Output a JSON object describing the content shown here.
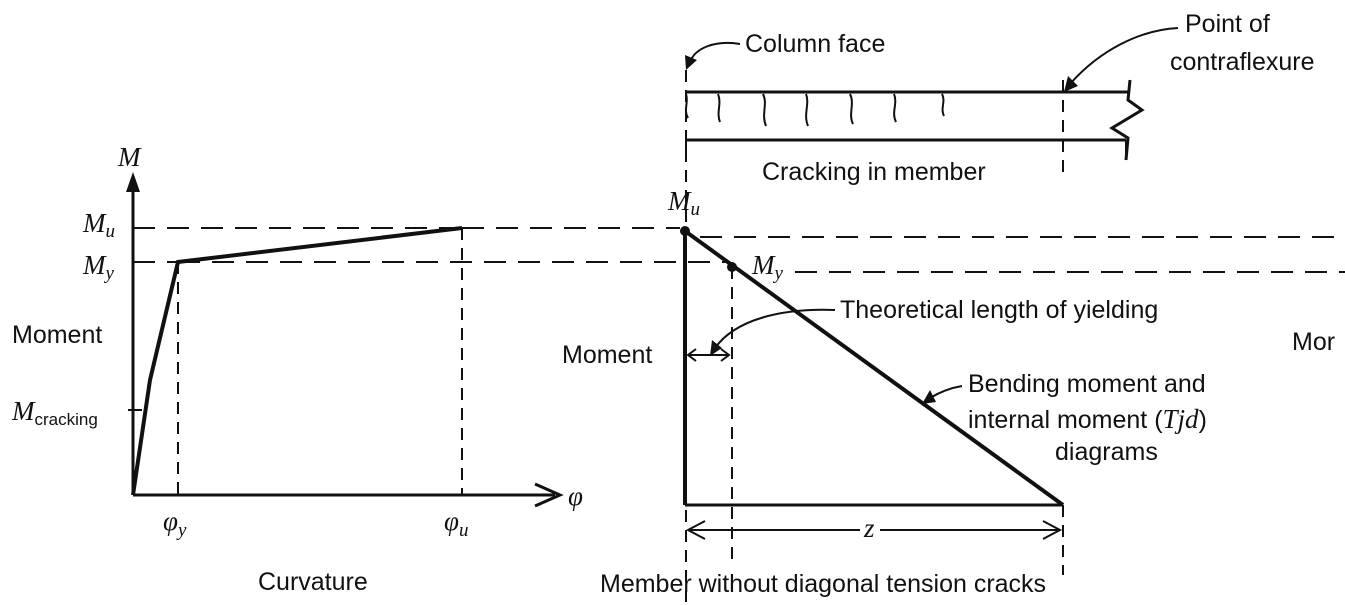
{
  "left_diagram": {
    "y_axis_symbol": "M",
    "m_u_main": "M",
    "m_u_sub": "u",
    "m_y_main": "M",
    "m_y_sub": "y",
    "moment_label": "Moment",
    "m_cracking_main": "M",
    "m_cracking_sub": "cracking",
    "x_axis_symbol": "φ",
    "phi_y_main": "φ",
    "phi_y_sub": "y",
    "phi_u_main": "φ",
    "phi_u_sub": "u",
    "curvature_label": "Curvature"
  },
  "top_member": {
    "column_face_label": "Column face",
    "contraflexure_line1": "Point of",
    "contraflexure_line2": "contraflexure",
    "cracking_label": "Cracking in member"
  },
  "moment_diagram": {
    "m_u_main": "M",
    "m_u_sub": "u",
    "m_y_main": "M",
    "m_y_sub": "y",
    "yield_length_label": "Theoretical length of yielding",
    "moment_label": "Moment",
    "truncated_label": "Mor",
    "bending_line1": "Bending moment and",
    "bending_line2_pre": "internal moment (",
    "bending_line2_italic": "Tjd",
    "bending_line2_post": ")",
    "bending_line3": "diagrams",
    "z_label": "z",
    "caption": "Member without diagonal tension cracks"
  }
}
